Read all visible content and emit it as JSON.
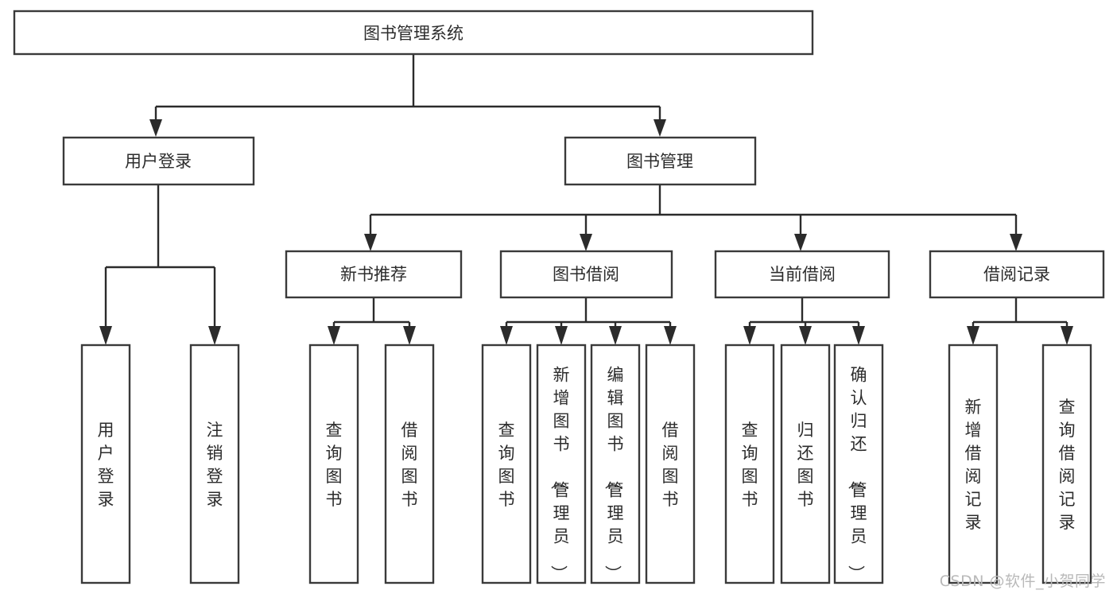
{
  "diagram": {
    "type": "tree-hierarchy",
    "title": "图书管理系统",
    "watermark": "CSDN @软件_小贺同学",
    "colors": {
      "box_stroke": "#3a3a3a",
      "connector": "#2b2b2b",
      "text": "#2c2c2c",
      "background": "#ffffff",
      "watermark": "#b9b9b9"
    },
    "root": {
      "label": "图书管理系统"
    },
    "level1": [
      {
        "label": "用户登录"
      },
      {
        "label": "图书管理"
      }
    ],
    "level2": [
      {
        "label": "新书推荐",
        "parent": "图书管理"
      },
      {
        "label": "图书借阅",
        "parent": "图书管理"
      },
      {
        "label": "当前借阅",
        "parent": "图书管理"
      },
      {
        "label": "借阅记录",
        "parent": "图书管理"
      }
    ],
    "leaves": [
      {
        "label": "用户登录",
        "parent": "用户登录"
      },
      {
        "label": "注销登录",
        "parent": "用户登录"
      },
      {
        "label": "查询图书",
        "parent": "新书推荐"
      },
      {
        "label": "借阅图书",
        "parent": "新书推荐"
      },
      {
        "label": "查询图书",
        "parent": "图书借阅"
      },
      {
        "label": "新增图书（管理员）",
        "parent": "图书借阅"
      },
      {
        "label": "编辑图书（管理员）",
        "parent": "图书借阅"
      },
      {
        "label": "借阅图书",
        "parent": "图书借阅"
      },
      {
        "label": "查询图书",
        "parent": "当前借阅"
      },
      {
        "label": "归还图书",
        "parent": "当前借阅"
      },
      {
        "label": "确认归还（管理员）",
        "parent": "当前借阅"
      },
      {
        "label": "新增借阅记录",
        "parent": "借阅记录"
      },
      {
        "label": "查询借阅记录",
        "parent": "借阅记录"
      }
    ]
  }
}
